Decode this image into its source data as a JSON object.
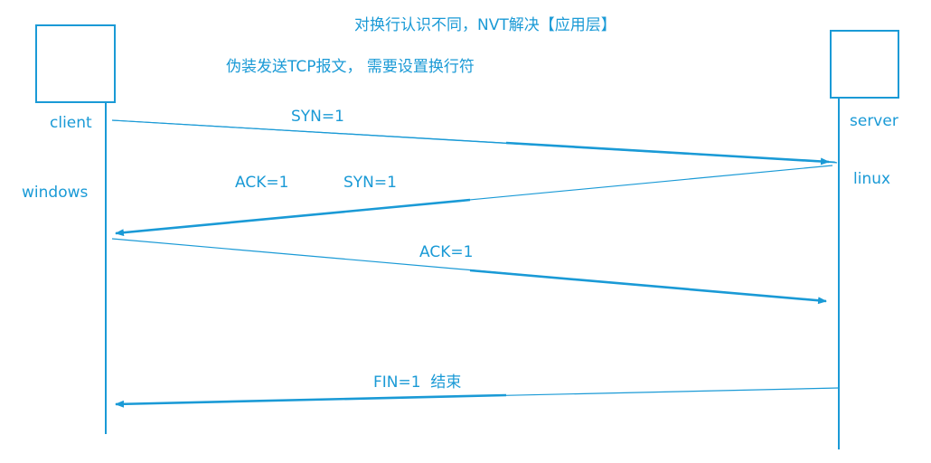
{
  "colors": {
    "accent": "#1a9ad6"
  },
  "title": "对换行认识不同，NVT解决【应用层】",
  "subtitle": "伪装发送TCP报文， 需要设置换行符",
  "participants": {
    "client": {
      "role": "client",
      "os": "windows"
    },
    "server": {
      "role": "server",
      "os": "linux"
    }
  },
  "messages": [
    {
      "direction": "client-to-server",
      "labels": [
        "SYN=1"
      ]
    },
    {
      "direction": "server-to-client",
      "labels": [
        "ACK=1",
        "SYN=1"
      ]
    },
    {
      "direction": "client-to-server",
      "labels": [
        "ACK=1"
      ]
    },
    {
      "direction": "server-to-client",
      "labels": [
        "FIN=1  结束"
      ]
    }
  ]
}
